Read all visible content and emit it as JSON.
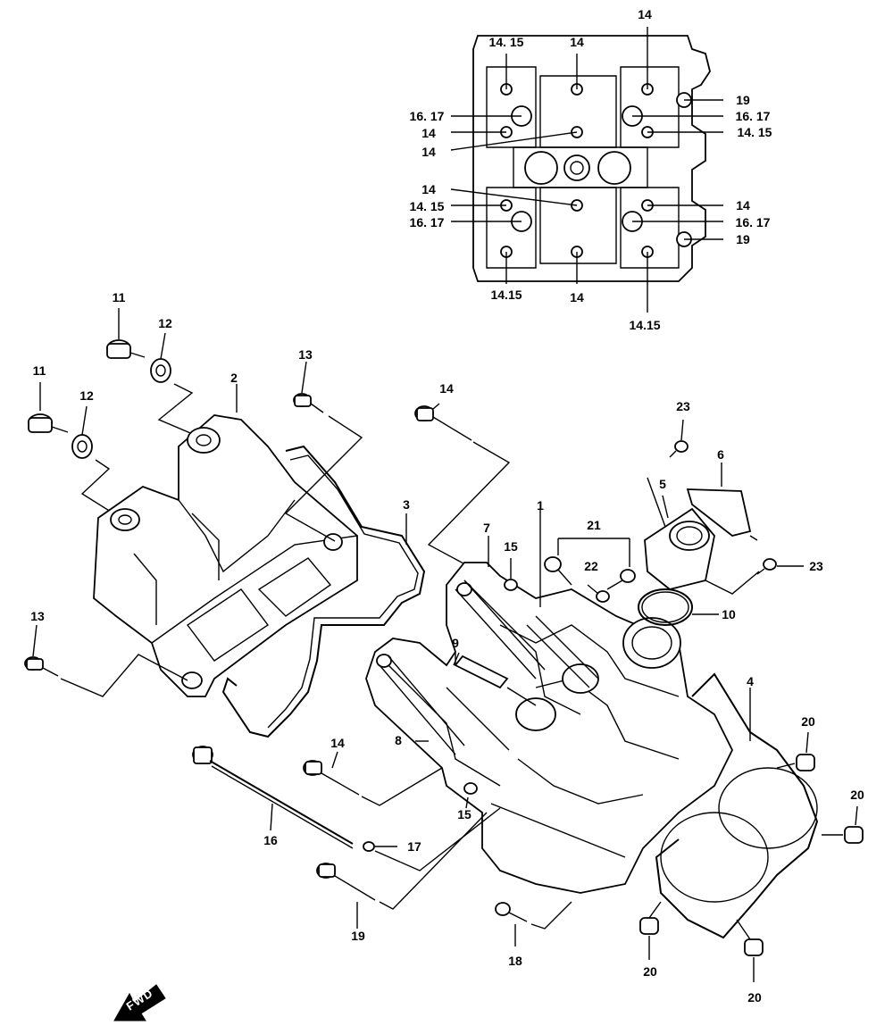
{
  "diagram": {
    "fwd_label": "FWD",
    "callouts": [
      {
        "id": "t-14-top",
        "text": "14"
      },
      {
        "id": "t-1415-a",
        "text": "14. 15"
      },
      {
        "id": "t-14-b",
        "text": "14"
      },
      {
        "id": "t-19-a",
        "text": "19"
      },
      {
        "id": "t-1617-a",
        "text": "16. 17"
      },
      {
        "id": "t-1617-b",
        "text": "16. 17"
      },
      {
        "id": "t-14-c",
        "text": "14"
      },
      {
        "id": "t-1415-b",
        "text": "14. 15"
      },
      {
        "id": "t-14-d",
        "text": "14"
      },
      {
        "id": "t-14-e",
        "text": "14"
      },
      {
        "id": "t-1415-c",
        "text": "14. 15"
      },
      {
        "id": "t-14-f",
        "text": "14"
      },
      {
        "id": "t-1617-c",
        "text": "16. 17"
      },
      {
        "id": "t-1617-d",
        "text": "16. 17"
      },
      {
        "id": "t-19-b",
        "text": "19"
      },
      {
        "id": "t-1415-d",
        "text": "14.15"
      },
      {
        "id": "t-14-g",
        "text": "14"
      },
      {
        "id": "t-1415-e",
        "text": "14.15"
      },
      {
        "id": "t-11-a",
        "text": "11"
      },
      {
        "id": "t-12-a",
        "text": "12"
      },
      {
        "id": "t-11-b",
        "text": "11"
      },
      {
        "id": "t-12-b",
        "text": "12"
      },
      {
        "id": "t-2",
        "text": "2"
      },
      {
        "id": "t-13-a",
        "text": "13"
      },
      {
        "id": "t-14-h",
        "text": "14"
      },
      {
        "id": "t-23-a",
        "text": "23"
      },
      {
        "id": "t-6",
        "text": "6"
      },
      {
        "id": "t-5",
        "text": "5"
      },
      {
        "id": "t-3",
        "text": "3"
      },
      {
        "id": "t-1",
        "text": "1"
      },
      {
        "id": "t-7",
        "text": "7"
      },
      {
        "id": "t-21",
        "text": "21"
      },
      {
        "id": "t-15-a",
        "text": "15"
      },
      {
        "id": "t-22",
        "text": "22"
      },
      {
        "id": "t-23-b",
        "text": "23"
      },
      {
        "id": "t-10",
        "text": "10"
      },
      {
        "id": "t-13-b",
        "text": "13"
      },
      {
        "id": "t-9",
        "text": "9"
      },
      {
        "id": "t-4",
        "text": "4"
      },
      {
        "id": "t-20-a",
        "text": "20"
      },
      {
        "id": "t-8",
        "text": "8"
      },
      {
        "id": "t-14-i",
        "text": "14"
      },
      {
        "id": "t-15-b",
        "text": "15"
      },
      {
        "id": "t-20-b",
        "text": "20"
      },
      {
        "id": "t-16",
        "text": "16"
      },
      {
        "id": "t-17",
        "text": "17"
      },
      {
        "id": "t-19-c",
        "text": "19"
      },
      {
        "id": "t-18",
        "text": "18"
      },
      {
        "id": "t-20-c",
        "text": "20"
      },
      {
        "id": "t-20-d",
        "text": "20"
      }
    ]
  }
}
